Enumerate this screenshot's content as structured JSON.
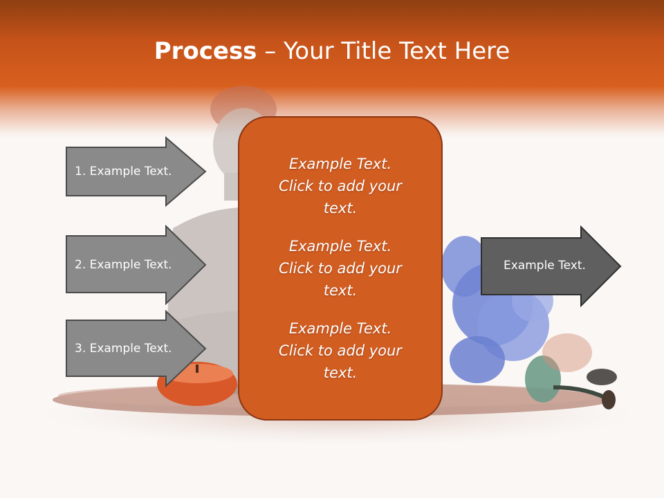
{
  "title": {
    "bold": "Process",
    "rest": " – Your Title Text Here"
  },
  "left_arrows": [
    {
      "label": "1. Example Text."
    },
    {
      "label": "2. Example Text."
    },
    {
      "label": "3. Example Text."
    }
  ],
  "center_box": {
    "paragraphs": [
      "Example Text. Click  to add your text.",
      "Example Text. Click  to add your text.",
      "Example Text. Click  to add your text."
    ]
  },
  "right_arrow": {
    "label": "Example Text."
  },
  "colors": {
    "header": "#d8601f",
    "center_box": "#d25d21",
    "left_arrow": "#8a8a8a",
    "right_arrow": "#5f5f5f"
  }
}
